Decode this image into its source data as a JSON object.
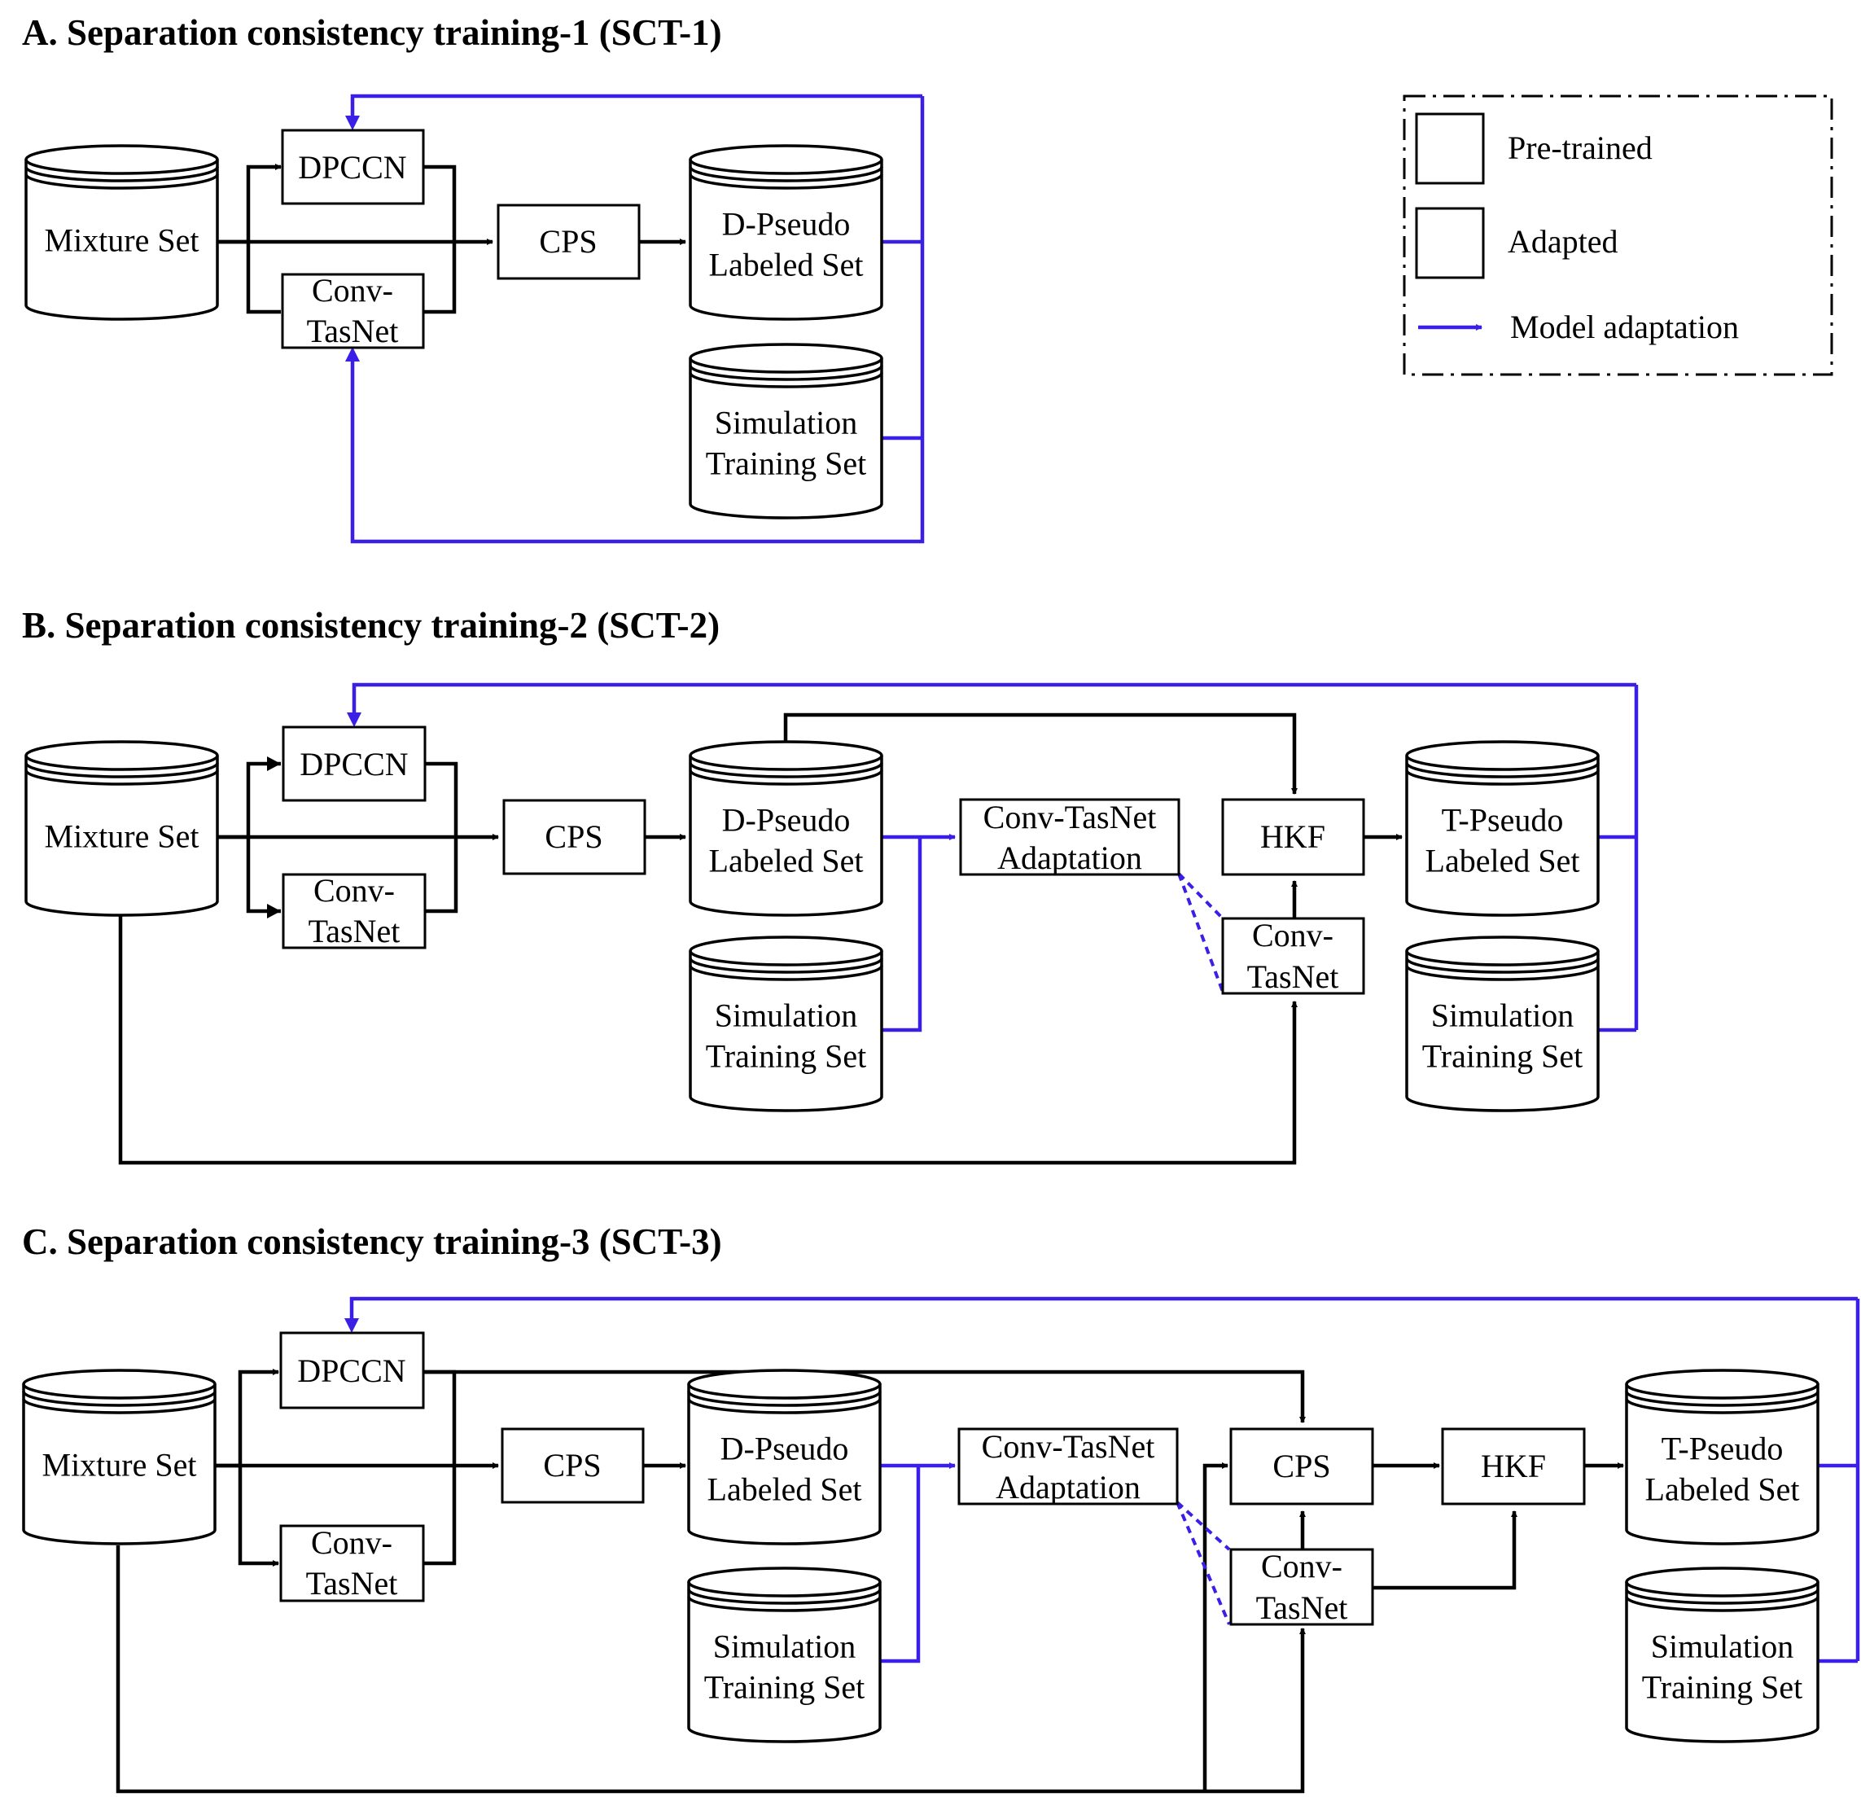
{
  "titles": {
    "a": "A. Separation consistency training-1 (SCT-1)",
    "b": "B. Separation consistency training-2 (SCT-2)",
    "c": "C. Separation consistency training-3 (SCT-3)"
  },
  "nodes": {
    "mixture": "Mixture Set",
    "dpccn": "DPCCN",
    "convtasnet": [
      "Conv-",
      "TasNet"
    ],
    "cps": "CPS",
    "hkf": "HKF",
    "d_pseudo": [
      "D-Pseudo",
      "Labeled Set"
    ],
    "t_pseudo": [
      "T-Pseudo",
      "Labeled Set"
    ],
    "simulation": [
      "Simulation",
      "Training Set"
    ],
    "adaptation": [
      "Conv-TasNet",
      "Adaptation"
    ]
  },
  "legend": {
    "pretrained": "Pre-trained",
    "adapted": "Adapted",
    "model_adaptation": "Model adaptation"
  },
  "colors": {
    "pretrained": "#fae3d1",
    "adapted": "#d8def2",
    "adaptation_arrow": "#3a1fe6",
    "flow_arrow": "#000000"
  }
}
